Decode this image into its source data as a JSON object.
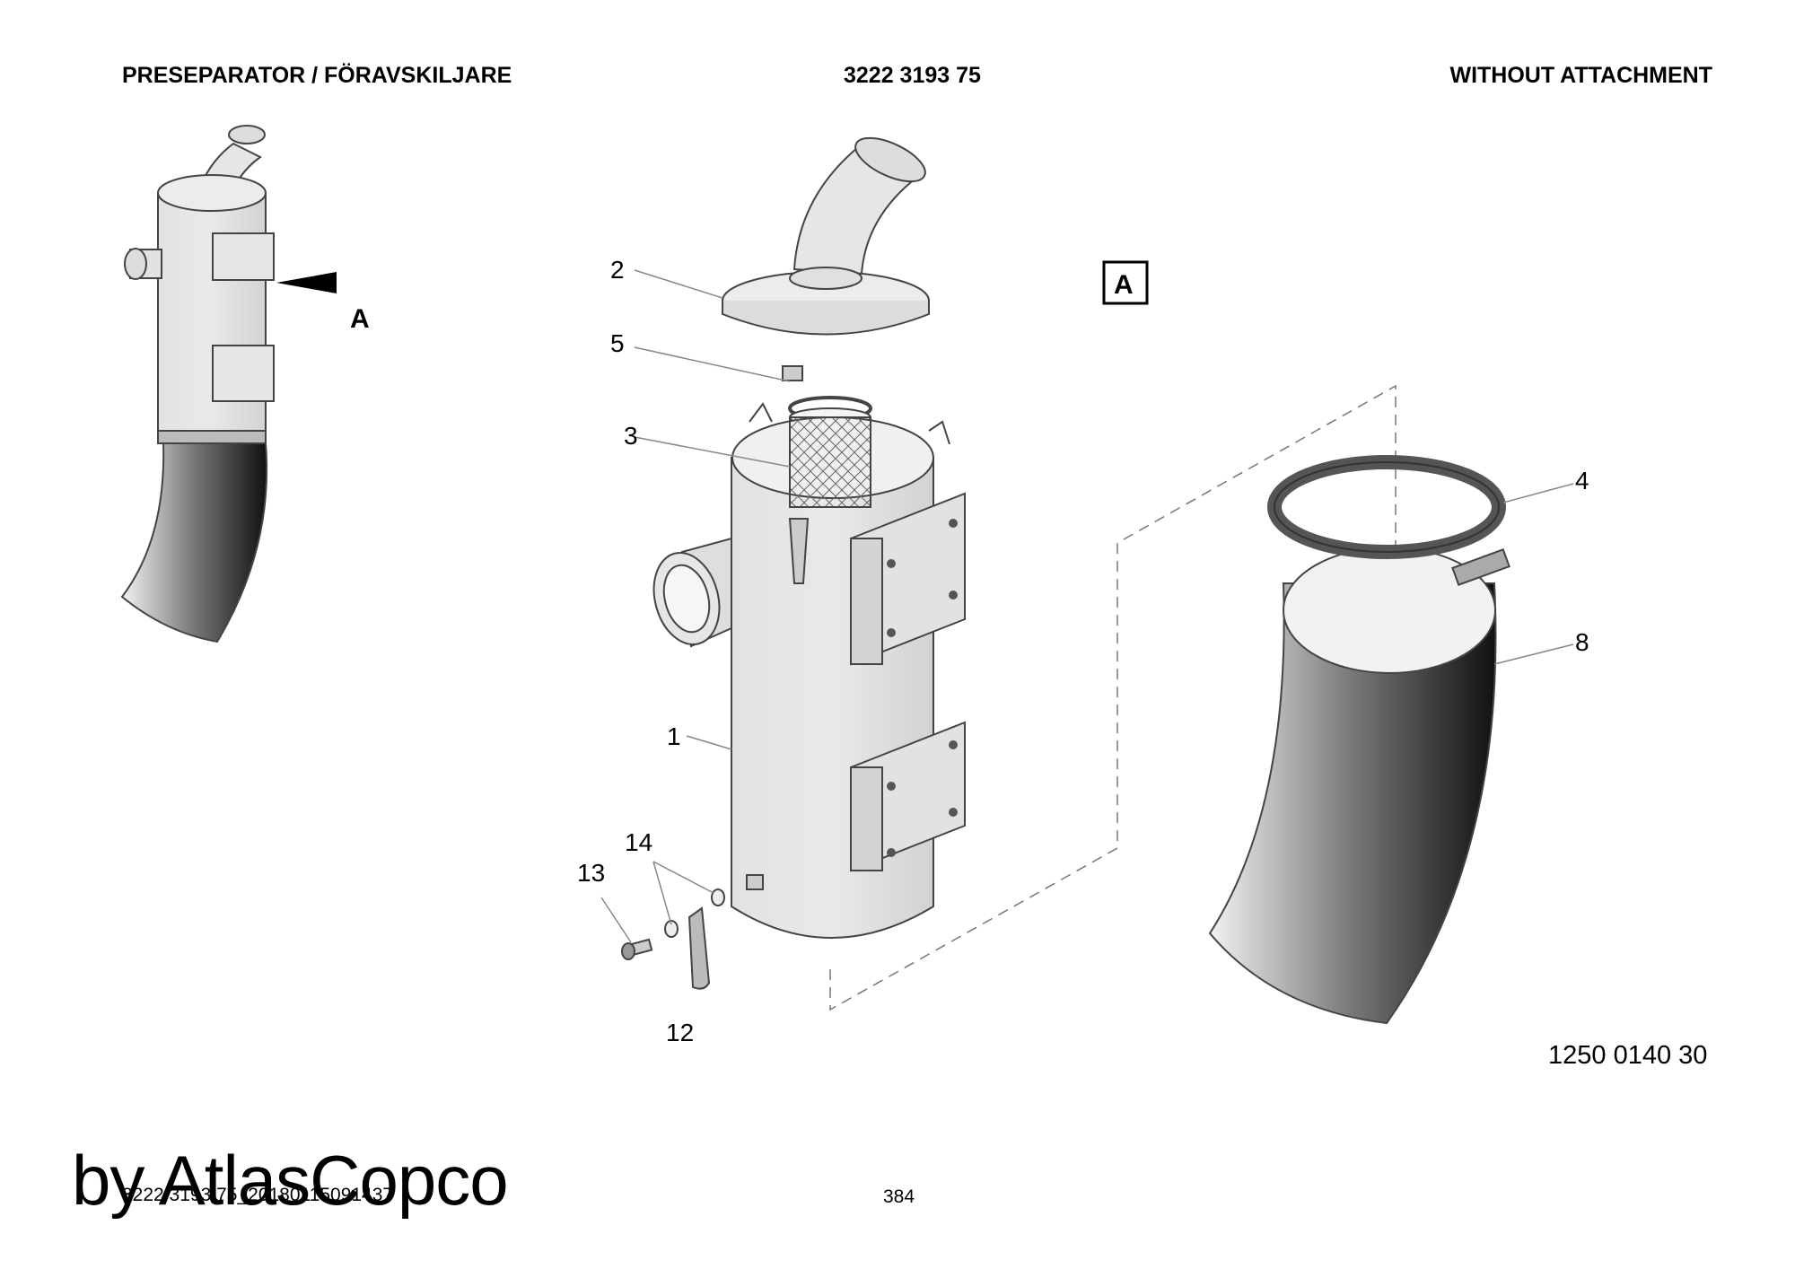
{
  "header": {
    "left": "PRESEPARATOR / FÖRAVSKILJARE",
    "center": "3222 3193 75",
    "right": "WITHOUT ATTACHMENT"
  },
  "view_marker": {
    "arrow_label": "A",
    "box_label": "A"
  },
  "callouts": [
    "1",
    "2",
    "3",
    "4",
    "5",
    "8",
    "12",
    "13",
    "14"
  ],
  "drawing_number": "1250 0140 30",
  "footer": {
    "code": "3222 3193 75_20180115091437",
    "page": "384"
  },
  "watermark": "by AtlasCopco"
}
